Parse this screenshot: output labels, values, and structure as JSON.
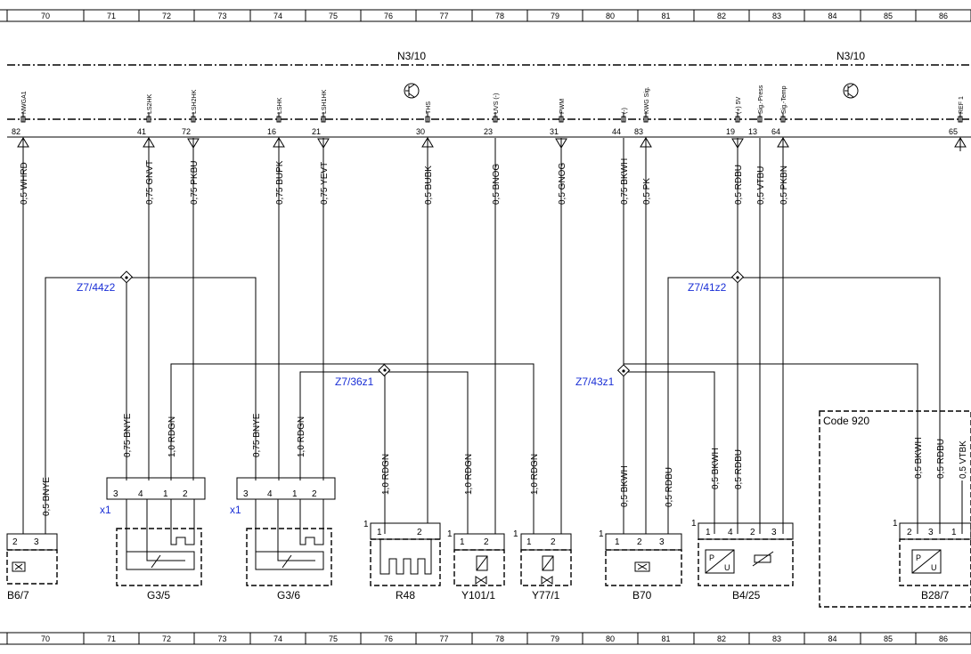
{
  "grid_numbers": [
    "70",
    "71",
    "72",
    "73",
    "74",
    "75",
    "76",
    "77",
    "78",
    "79",
    "80",
    "81",
    "82",
    "83",
    "84",
    "85",
    "86"
  ],
  "module_labels": [
    "N3/10",
    "N3/10"
  ],
  "top_pins": [
    {
      "pin": "82",
      "signal": "NWGA1",
      "wire": "0,5 WHRD",
      "arrow": "up"
    },
    {
      "pin": "41",
      "signal": "LS2HK",
      "wire": "0,75 GNVT",
      "arrow": "up"
    },
    {
      "pin": "72",
      "signal": "LSH2HK",
      "wire": "0,75 PKBU",
      "arrow": "down"
    },
    {
      "pin": "16",
      "signal": "LSHK",
      "wire": "0,75 BUPK",
      "arrow": "up"
    },
    {
      "pin": "21",
      "signal": "LSH1HK",
      "wire": "0,75 YEVT",
      "arrow": "down"
    },
    {
      "pin": "30",
      "signal": "THS",
      "wire": "0,5 BUBK",
      "arrow": "up"
    },
    {
      "pin": "23",
      "signal": "UVS (-)",
      "wire": "0,5 BNOG",
      "arrow": "none"
    },
    {
      "pin": "31",
      "signal": "PWM",
      "wire": "0,5 GNOG",
      "arrow": "down"
    },
    {
      "pin": "44",
      "signal": "(-)",
      "wire": "0,75 BKWH",
      "arrow": "none"
    },
    {
      "pin": "83",
      "signal": "KWG Sig.",
      "wire": "0,5 PK",
      "arrow": "up"
    },
    {
      "pin": "19",
      "signal": "(+) 5V",
      "wire": "0,5 RDBU",
      "arrow": "down"
    },
    {
      "pin": "13",
      "signal": "Sig.-Press",
      "wire": "0,5 VTBU",
      "arrow": "none"
    },
    {
      "pin": "64",
      "signal": "Sig.-Temp",
      "wire": "0,5 PKBN",
      "arrow": "up"
    },
    {
      "pin": "65",
      "signal": "REF 1",
      "wire": "",
      "arrow": "up"
    }
  ],
  "splice_labels": [
    "Z7/44z2",
    "Z7/41z2",
    "Z7/36z1",
    "Z7/43z1"
  ],
  "connector_labels": [
    "x1",
    "x1"
  ],
  "code_label": "Code 920",
  "lower_wires": [
    "0,5 BNYE",
    "0,75 BNYE",
    "1,0 RDGN",
    "0,75 BNYE",
    "1,0 RDGN",
    "1,0 RDGN",
    "1,0 RDGN",
    "1,0 RDGN",
    "0,5 BKWH",
    "0,5 RDBU",
    "0,5 BKWH",
    "0,5 RDBU",
    "0,5 BKWH",
    "0,5 RDBU",
    "0,5 VTBK"
  ],
  "components": [
    {
      "name": "B6/7",
      "pins": [
        "2",
        "3"
      ]
    },
    {
      "name": "G3/5",
      "pins": [
        "3",
        "4",
        "1",
        "2"
      ]
    },
    {
      "name": "G3/6",
      "pins": [
        "3",
        "4",
        "1",
        "2"
      ]
    },
    {
      "name": "R48",
      "pins": [
        "1",
        "2"
      ],
      "index": "1"
    },
    {
      "name": "Y101/1",
      "pins": [
        "1",
        "2"
      ],
      "index": "1"
    },
    {
      "name": "Y77/1",
      "pins": [
        "1",
        "2"
      ],
      "index": "1"
    },
    {
      "name": "B70",
      "pins": [
        "1",
        "2",
        "3"
      ],
      "index": "1"
    },
    {
      "name": "B4/25",
      "pins": [
        "1",
        "4",
        "2",
        "3"
      ],
      "index": "1"
    },
    {
      "name": "B28/7",
      "pins": [
        "2",
        "3",
        "1"
      ],
      "index": "1"
    }
  ],
  "pu_symbol": {
    "p": "P",
    "u": "U"
  }
}
